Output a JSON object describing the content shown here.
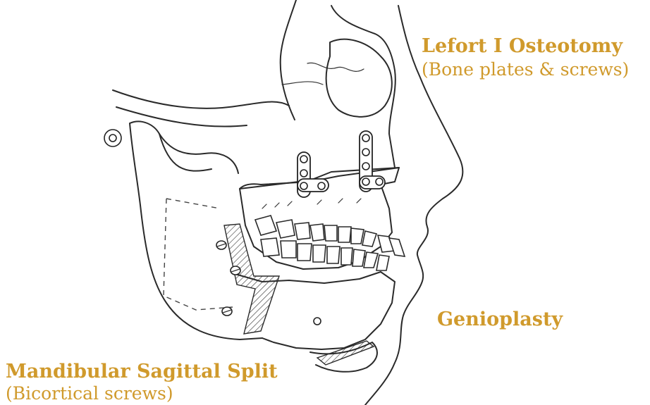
{
  "labels": {
    "lefort_title": "Lefort I Osteotomy",
    "lefort_subtitle": "(Bone plates & screws)",
    "genioplasty": "Genioplasty",
    "mandibular_title": "Mandibular Sagittal Split",
    "mandibular_subtitle": "(Bicortical screws)"
  },
  "colors": {
    "label_accent": "#d09a2c",
    "line_art": "#2a2a2a",
    "background": "#ffffff"
  }
}
